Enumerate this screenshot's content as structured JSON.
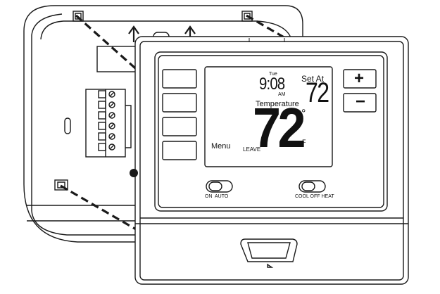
{
  "display": {
    "day": "Tue",
    "time": "9:08",
    "am_pm": "AM",
    "set_at_label": "Set At",
    "set_at_value": "72",
    "temperature_label": "Temperature",
    "temperature_value": "72",
    "degree_symbol": "°",
    "unit": "F",
    "menu_label": "Menu",
    "leave_label": "LEAVE"
  },
  "buttons": {
    "up_symbol": "+",
    "down_symbol": "−"
  },
  "switches": {
    "fan_label": "ON  AUTO",
    "system_label": "COOL OFF HEAT"
  },
  "icons": [
    "up-arrow-icon",
    "screw-terminal-icon",
    "mounting-hole-icon",
    "mounting-tab-icon"
  ],
  "colors": {
    "line": "#1a1a1a",
    "background": "#ffffff",
    "screen_fill": "#ffffff"
  }
}
